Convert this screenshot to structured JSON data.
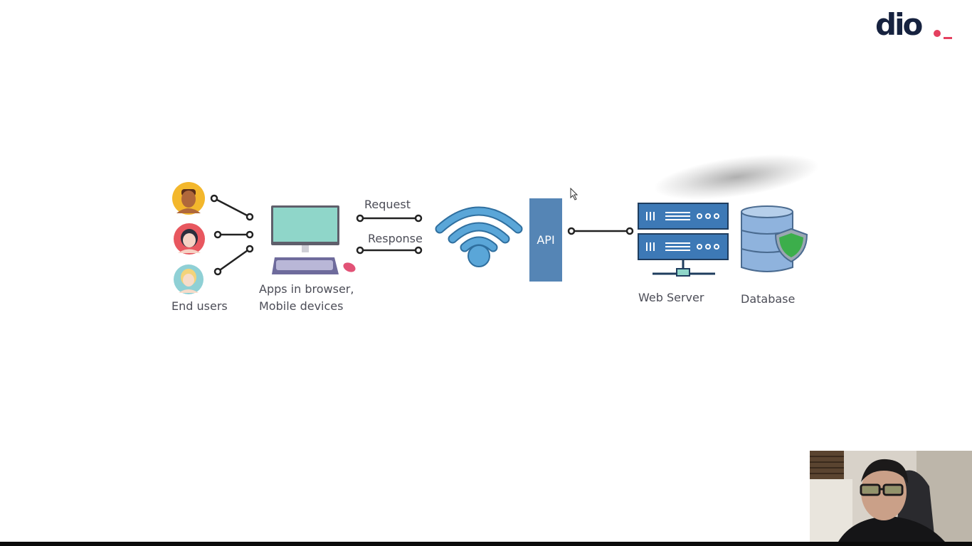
{
  "brand": {
    "logo_text": "dio"
  },
  "diagram": {
    "end_users_label": "End users",
    "apps_label_line1": "Apps in browser,",
    "apps_label_line2": "Mobile devices",
    "request_label": "Request",
    "response_label": "Response",
    "api_label": "API",
    "web_server_label": "Web Server",
    "database_label": "Database"
  },
  "colors": {
    "api_box": "#5585b5",
    "server_blue": "#3d79b6",
    "wifi_blue": "#5aa6d8",
    "database_blue": "#8fb3dd",
    "shield_green": "#3cae4b",
    "monitor_screen": "#8fd6c9",
    "logo_dark": "#16223f",
    "logo_accent": "#e4405f",
    "label_text": "#4c4d57"
  },
  "icons": {
    "users": [
      "user-avatar-icon",
      "user-avatar-icon",
      "user-avatar-icon"
    ],
    "computer": "desktop-computer-icon",
    "network": "wifi-icon",
    "server": "server-icon",
    "database": "database-shield-icon"
  },
  "overlay": {
    "webcam": "presenter-webcam"
  }
}
